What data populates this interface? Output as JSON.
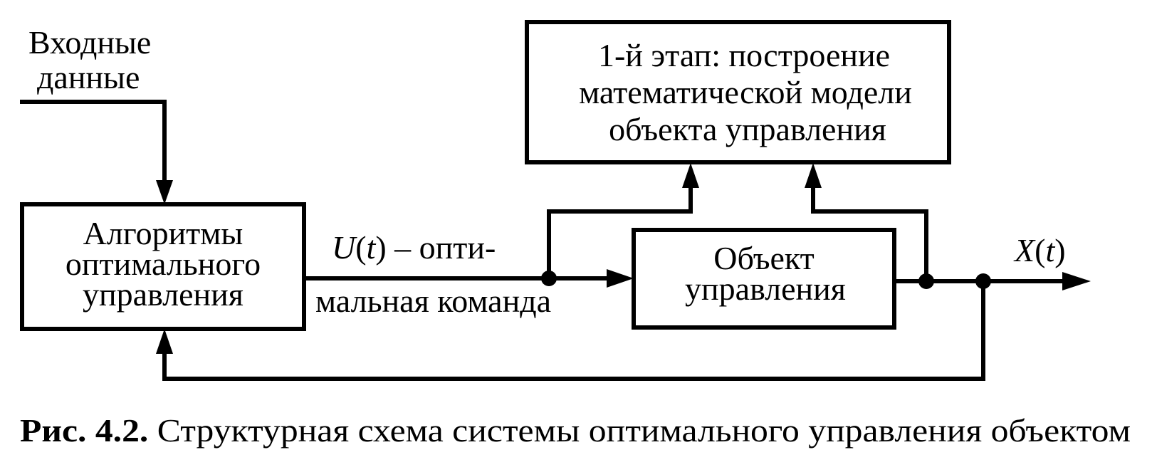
{
  "inputs": {
    "line1": "Входные",
    "line2": "данные"
  },
  "blocks": {
    "algorithms": {
      "line1": "Алгоритмы",
      "line2": "оптимального",
      "line3": "управления"
    },
    "modeling": {
      "line1": "1-й этап: построение",
      "line2": "математической модели",
      "line3": "объекта управления"
    },
    "plant": {
      "line1": "Объект",
      "line2": "управления"
    }
  },
  "signals": {
    "control": {
      "symbol": "U",
      "arg": "t",
      "line1_rest": " – опти-",
      "line2": "мальная команда"
    },
    "output": {
      "symbol": "X",
      "arg": "t"
    }
  },
  "caption": {
    "number": "Рис. 4.2.",
    "text": " Структурная схема системы оптимального управления объектом"
  }
}
